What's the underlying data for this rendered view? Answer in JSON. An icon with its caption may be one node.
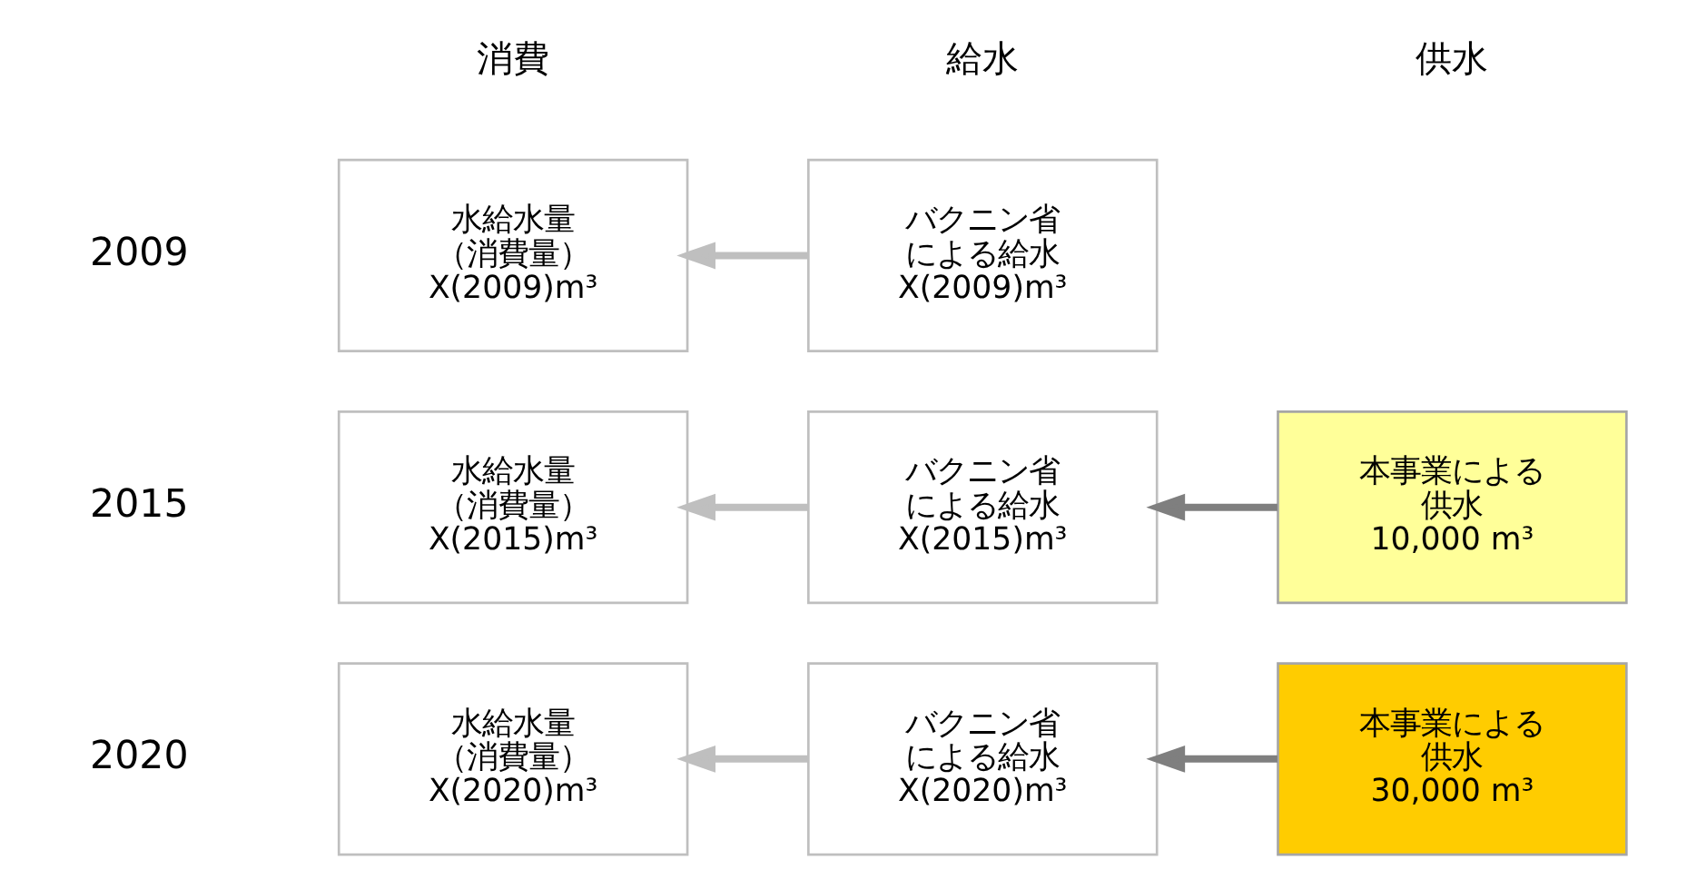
{
  "diagram": {
    "nodes": [
      {
        "text": [
          "水給水量",
          "（消費量）",
          "X(2009)m³"
        ]
      },
      {
        "text": [
          "バクニン省",
          "による給水",
          "X(2009)m³"
        ]
      },
      {
        "text": [
          "水給水量",
          "（消費量）",
          "X(2015)m³"
        ]
      },
      {
        "text": [
          "バクニン省",
          "による給水",
          "X(2015)m³"
        ]
      },
      {
        "text": [
          "本事業による",
          "供水",
          "10,000 m³"
        ]
      },
      {
        "text": [
          "水給水量",
          "（消費量）",
          "X(2020)m³"
        ]
      },
      {
        "text": [
          "バクニン省",
          "による給水",
          "X(2020)m³"
        ]
      },
      {
        "text": [
          "本事業による",
          "供水",
          "30,000 m³"
        ]
      }
    ],
    "edges": [
      {
        "from": 1,
        "to": 0,
        "arrow": "to"
      },
      {
        "from": 3,
        "to": 2,
        "arrow": "to"
      },
      {
        "from": 4,
        "to": 3,
        "arrow": "to",
        "color": "#7f7f7f"
      },
      {
        "from": 6,
        "to": 5,
        "arrow": "to"
      },
      {
        "from": 7,
        "to": 6,
        "arrow": "to",
        "color": "#7f7f7f"
      }
    ],
    "labels": [
      "消費",
      "給水",
      "供水",
      "2009",
      "2015",
      "2020"
    ]
  }
}
